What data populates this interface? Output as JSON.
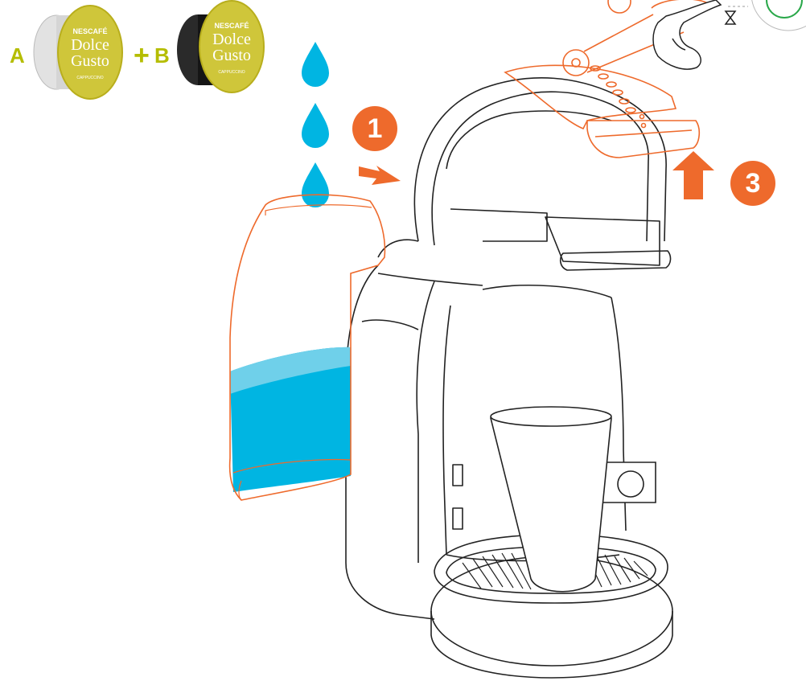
{
  "capsules": {
    "a_label": "A",
    "plus_sign": "+",
    "b_label": "B",
    "brand_top": "NESCAFÉ",
    "brand_line1": "Dolce",
    "brand_line2": "Gusto",
    "variety": "CAPPUCCINO",
    "color_a_body": "#c9c83a",
    "color_a_shell": "#d9d9d9",
    "color_b_shell": "#1e1e1e"
  },
  "steps": [
    {
      "number": "1"
    },
    {
      "number": "3"
    }
  ],
  "colors": {
    "outline": "#222222",
    "accent_orange": "#ee6a2c",
    "water": "#00b5e2",
    "water_light": "#6fd0ea",
    "label_green": "#b5bd00",
    "indicator_green": "#2aa84a"
  },
  "icons": [
    "water-drop-icon",
    "hand-press-icon",
    "hourglass-icon",
    "arrow-up-icon",
    "arrow-right-icon"
  ]
}
